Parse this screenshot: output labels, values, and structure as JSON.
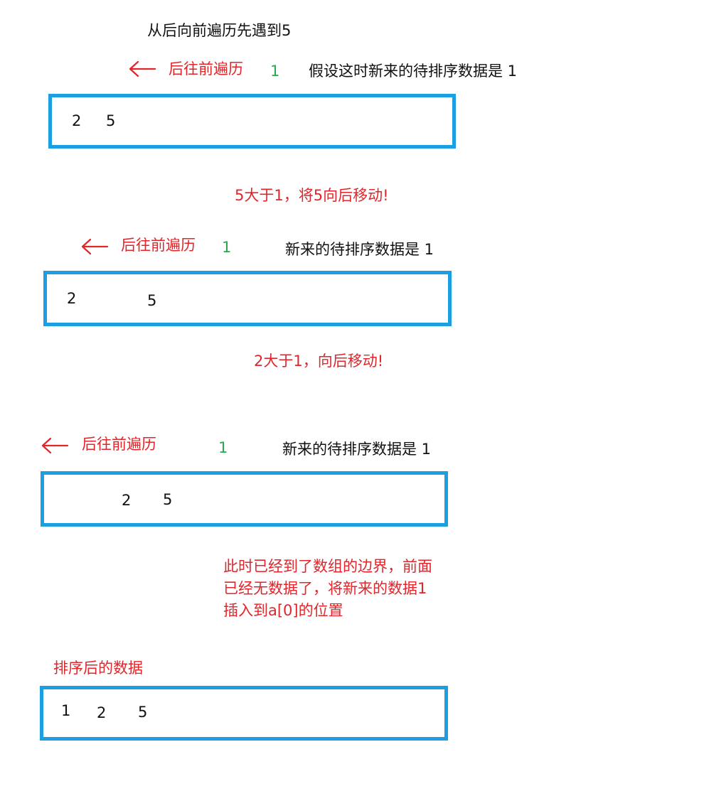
{
  "title": "从后向前遍历先遇到5",
  "colors": {
    "box_border": "#1a9fe0",
    "red": "#e0262b",
    "green": "#2aa84a",
    "text": "#111111"
  },
  "steps": [
    {
      "arrow_label": "后往前遍历",
      "pending_value": "1",
      "description": "假设这时新来的待排序数据是 1",
      "cells": [
        "2",
        "5"
      ]
    },
    {
      "arrow_label": "后往前遍历",
      "pending_value": "1",
      "description": "新来的待排序数据是 1",
      "cells": [
        "2",
        "5"
      ]
    },
    {
      "arrow_label": "后往前遍历",
      "pending_value": "1",
      "description": "新来的待排序数据是 1",
      "cells": [
        "2",
        "5"
      ]
    }
  ],
  "notes": {
    "after_step1": "5大于1，将5向后移动!",
    "after_step2": "2大于1，向后移动!",
    "after_step3": [
      "此时已经到了数组的边界，前面",
      "已经无数据了，将新来的数据1",
      "插入到a[0]的位置"
    ]
  },
  "result": {
    "label": "排序后的数据",
    "cells": [
      "1",
      "2",
      "5"
    ]
  },
  "icons": {
    "arrow": "left-arrow-icon"
  }
}
